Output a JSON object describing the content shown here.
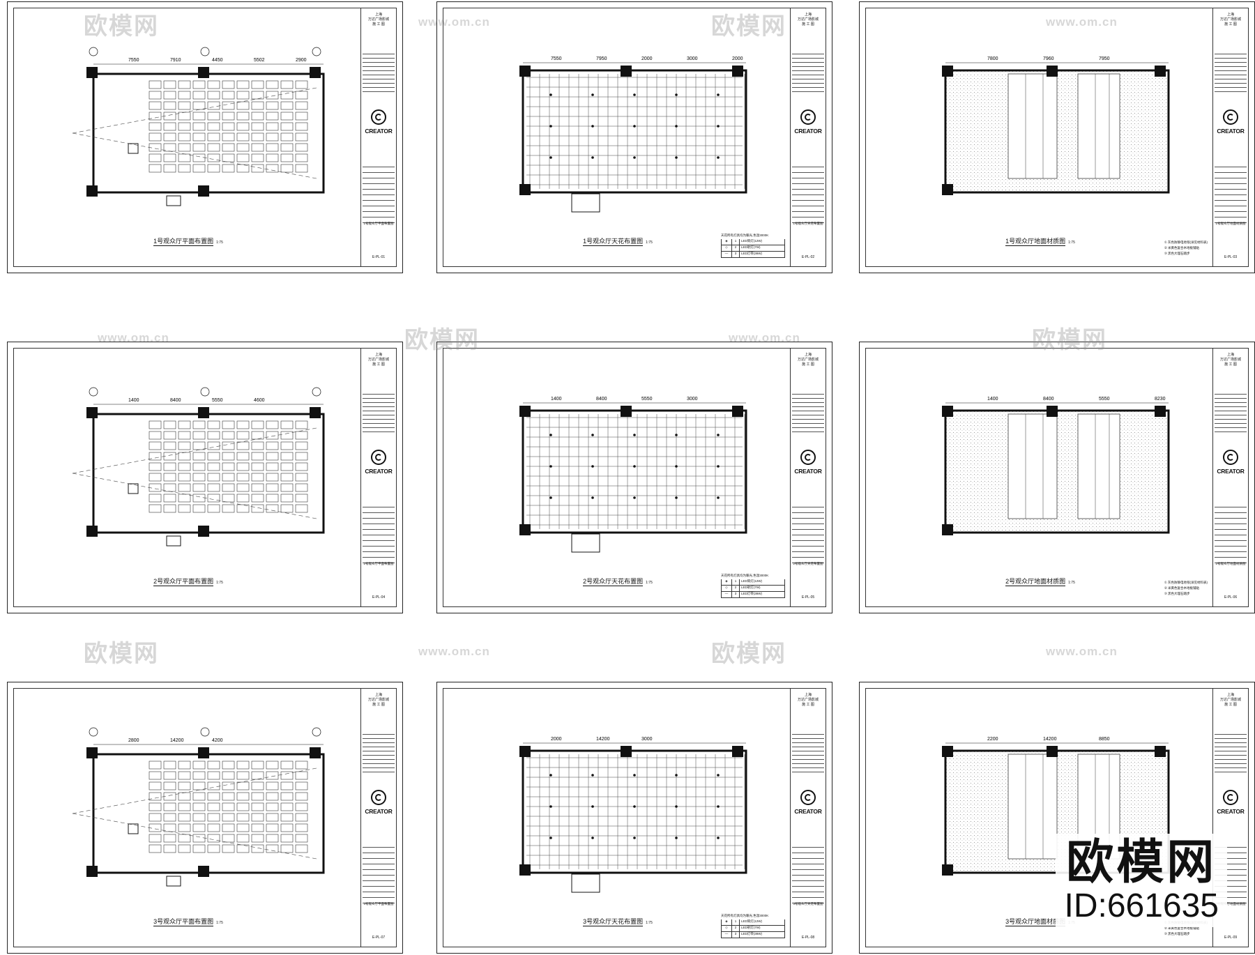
{
  "watermark": {
    "site_cn": "欧模网",
    "url": "www.om.cn",
    "big_logo": "欧模网",
    "id_label": "ID:661635"
  },
  "brand": "CREATOR",
  "sheets": [
    {
      "title": "1号观众厅平面布置图",
      "kind": "plan",
      "scale": "1:75",
      "code": "E-PL-01",
      "dims": [
        "7550",
        "7910",
        "4450",
        "5502",
        "2900"
      ]
    },
    {
      "title": "1号观众厅天花布置图",
      "kind": "ceiling",
      "scale": "1:75",
      "code": "E-PL-02",
      "dims": [
        "7550",
        "7950",
        "2000",
        "3000",
        "2000"
      ]
    },
    {
      "title": "1号观众厅地面材质图",
      "kind": "floor",
      "scale": "1:75",
      "code": "E-PL-03",
      "dims": [
        "7800",
        "7960",
        "7950"
      ]
    },
    {
      "title": "2号观众厅平面布置图",
      "kind": "plan",
      "scale": "1:75",
      "code": "E-PL-04",
      "dims": [
        "1400",
        "8400",
        "5550",
        "4600"
      ]
    },
    {
      "title": "2号观众厅天花布置图",
      "kind": "ceiling",
      "scale": "1:75",
      "code": "E-PL-05",
      "dims": [
        "1400",
        "8400",
        "5550",
        "3000"
      ]
    },
    {
      "title": "2号观众厅地面材质图",
      "kind": "floor",
      "scale": "1:75",
      "code": "E-PL-06",
      "dims": [
        "1400",
        "8400",
        "5550",
        "8230"
      ]
    },
    {
      "title": "3号观众厅平面布置图",
      "kind": "plan",
      "scale": "1:75",
      "code": "E-PL-07",
      "dims": [
        "2800",
        "14200",
        "4200"
      ]
    },
    {
      "title": "3号观众厅天花布置图",
      "kind": "ceiling",
      "scale": "1:75",
      "code": "E-PL-08",
      "dims": [
        "2000",
        "14200",
        "3000"
      ]
    },
    {
      "title": "3号观众厅地面材质图",
      "kind": "floor",
      "scale": "1:75",
      "code": "E-PL-09",
      "dims": [
        "2200",
        "14200",
        "8850"
      ]
    }
  ],
  "ceiling_legend": {
    "note": "天花所有灯具均为暖光,色温3000K",
    "rows": [
      {
        "sym": "◈",
        "n": "1",
        "desc": "LED筒灯(12W)"
      },
      {
        "sym": "◇",
        "n": "2",
        "desc": "LED射灯(7W)"
      },
      {
        "sym": "—",
        "n": "3",
        "desc": "LED灯带(36W)"
      }
    ]
  },
  "floor_legend": [
    "① 灰色防静电地毯(详见材料表)",
    "② 米黄色复合木地板铺贴",
    "③ 黑色大理石踏步"
  ],
  "tb_head": [
    "上海",
    "万达广场影城",
    "施 工 图"
  ]
}
